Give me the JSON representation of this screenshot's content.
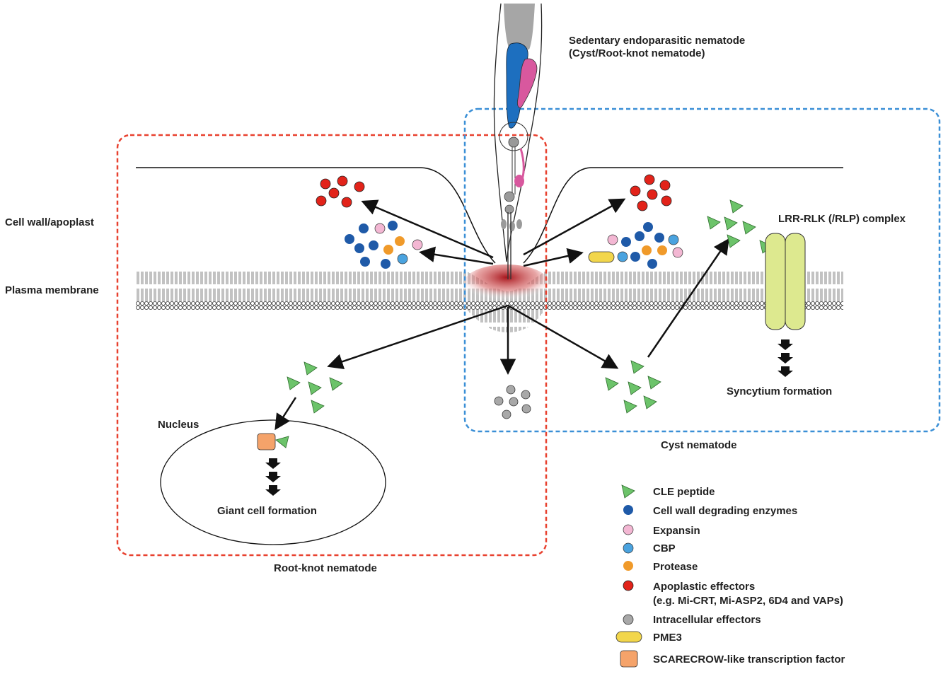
{
  "labels": {
    "nematode_line1": "Sedentary endoparasitic nematode",
    "nematode_line2": "(Cyst/Root-knot nematode)",
    "cell_wall": "Cell wall/apoplast",
    "plasma_membrane": "Plasma membrane",
    "receptor": "LRR-RLK (/RLP) complex",
    "syncytium": "Syncytium formation",
    "cyst_region": "Cyst nematode",
    "nucleus": "Nucleus",
    "giant_cell": "Giant cell formation",
    "root_knot_region": "Root-knot nematode"
  },
  "legend": [
    {
      "icon": "cle-peptide",
      "label": "CLE peptide"
    },
    {
      "icon": "cell-wall-enzyme",
      "label": "Cell wall degrading enzymes"
    },
    {
      "icon": "expansin",
      "label": "Expansin"
    },
    {
      "icon": "cbp",
      "label": "CBP"
    },
    {
      "icon": "protease",
      "label": "Protease"
    },
    {
      "icon": "apoplastic-effector",
      "label": "Apoplastic effectors",
      "label2": "(e.g. Mi-CRT, Mi-ASP2, 6D4 and VAPs)"
    },
    {
      "icon": "intracellular-effector",
      "label": "Intracellular effectors"
    },
    {
      "icon": "pme3",
      "label": "PME3"
    },
    {
      "icon": "scarecrow-tf",
      "label": "SCARECROW-like transcription factor"
    }
  ],
  "colors": {
    "red_box": "#e8412f",
    "blue_box": "#3a8fd6",
    "cle": "#6cc36a",
    "enzyme": "#1f5aa8",
    "expansin": "#f3b7d3",
    "cbp": "#4aa3df",
    "protease": "#f09a2a",
    "apoplastic": "#e2231a",
    "intracellular": "#a8a8a8",
    "pme3": "#f2d64b",
    "scarecrow": "#f5a36a",
    "receptor": "#dde98f"
  }
}
